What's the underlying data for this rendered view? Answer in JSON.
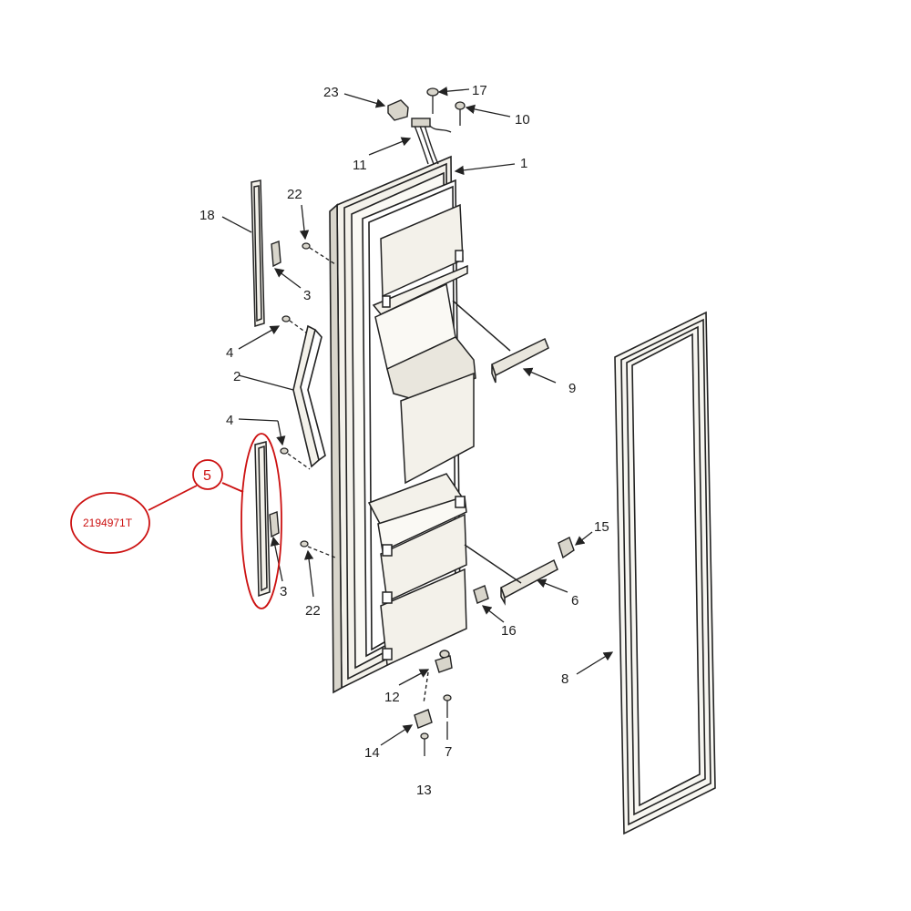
{
  "callouts": {
    "c1": "1",
    "c2": "2",
    "c3a": "3",
    "c3b": "3",
    "c4a": "4",
    "c4b": "4",
    "c5": "5",
    "c6": "6",
    "c7": "7",
    "c8": "8",
    "c9": "9",
    "c10": "10",
    "c11": "11",
    "c12": "12",
    "c13": "13",
    "c14": "14",
    "c15": "15",
    "c16": "16",
    "c17": "17",
    "c18": "18",
    "c22a": "22",
    "c22b": "22",
    "c23": "23"
  },
  "highlight": {
    "part_number": "2194971T",
    "color": "#cc1111"
  },
  "colors": {
    "line": "#222222",
    "part_fill": "#f3f1ea",
    "shade": "#d8d5cb"
  }
}
